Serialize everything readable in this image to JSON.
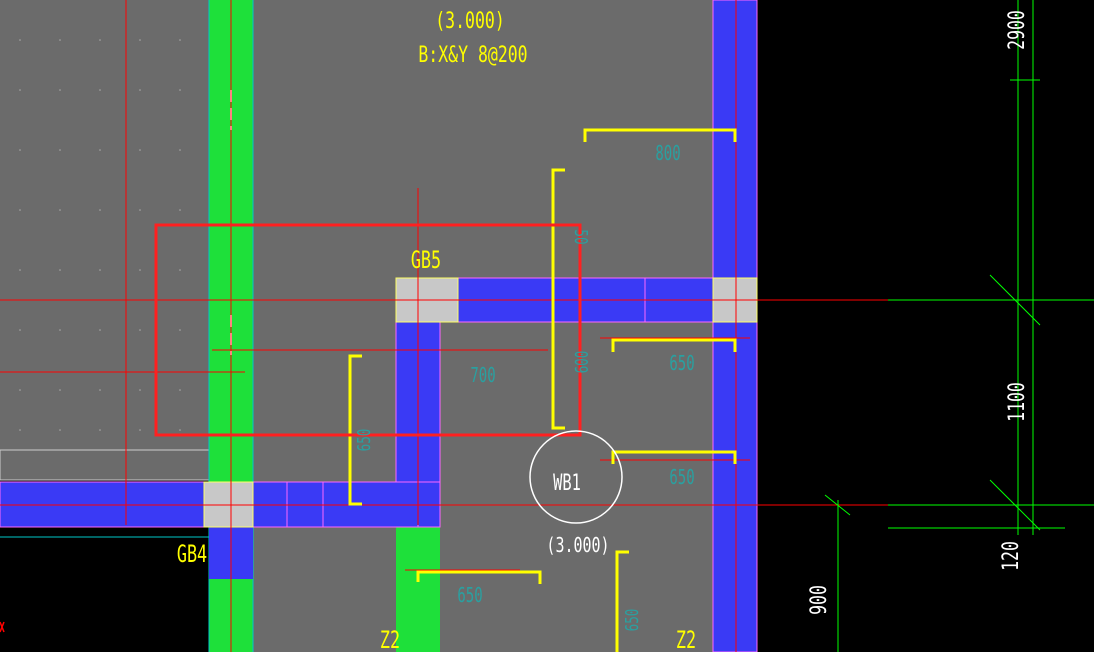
{
  "labels": {
    "elev_top": "(3.000)",
    "slab_rebar": "B:X&Y   8@200",
    "gb5": "GB5",
    "gb4": "GB4",
    "wb1": "WB1",
    "elev_wb1": "(3.000)",
    "z2_left": "Z2",
    "z2_right": "Z2"
  },
  "rebar_dims": {
    "d800": "800",
    "d650_a": "650",
    "d650_b": "650",
    "d650_c": "650",
    "d700": "700",
    "v1": "50",
    "v2": "009",
    "v3": "650",
    "v4": "650"
  },
  "dimensions": {
    "d2900": "2900",
    "d1100": "1100",
    "d120": "120",
    "d900": "900"
  },
  "colors": {
    "slab": "#6b6b6b",
    "beam": "#3a3af5",
    "column": "#1ee03a",
    "rebar": "#ffff00",
    "dim_text": "#2aa0a0",
    "axis": "#ff0000",
    "dim_line": "#00ff00",
    "highlight": "#ff2020"
  }
}
